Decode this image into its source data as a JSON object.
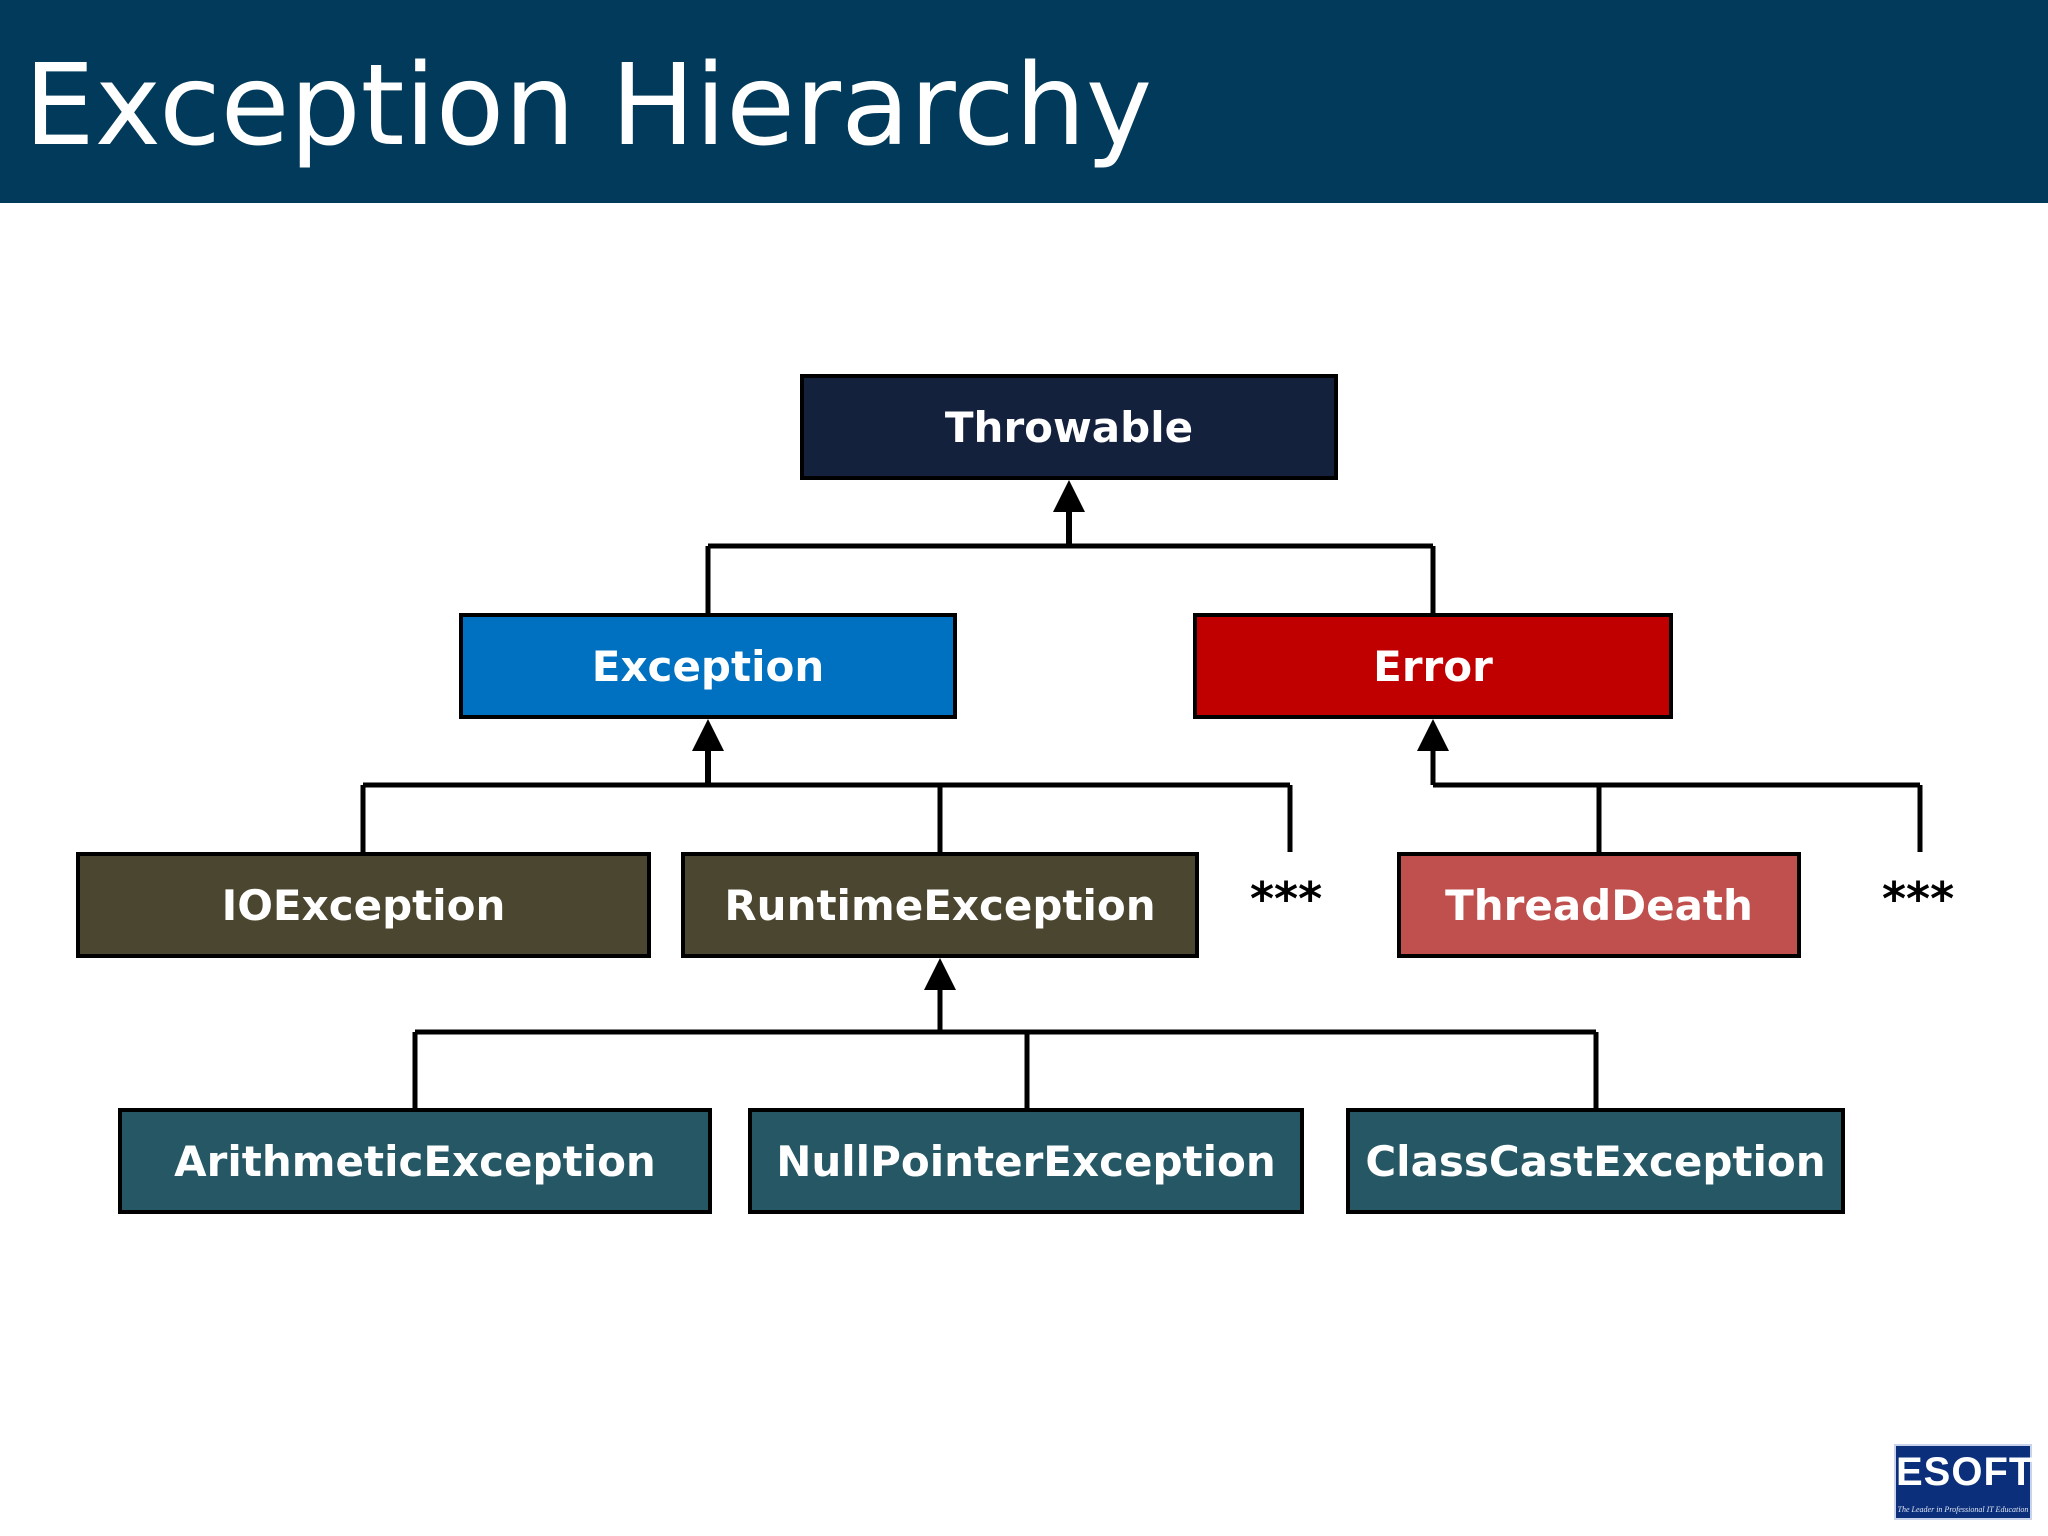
{
  "slide": {
    "title": "Exception Hierarchy"
  },
  "nodes": {
    "throwable": {
      "label": "Throwable",
      "color": "#14213d"
    },
    "exception": {
      "label": "Exception",
      "color": "#0070c0"
    },
    "error": {
      "label": "Error",
      "color": "#c00000"
    },
    "ioexception": {
      "label": "IOException",
      "color": "#4b4630"
    },
    "runtimeexception": {
      "label": "RuntimeException",
      "color": "#4b4630"
    },
    "threaddeath": {
      "label": "ThreadDeath",
      "color": "#c0504d"
    },
    "arithmeticexception": {
      "label": "ArithmeticException",
      "color": "#255764"
    },
    "nullpointerexception": {
      "label": "NullPointerException",
      "color": "#255764"
    },
    "classcastexception": {
      "label": "ClassCastException",
      "color": "#255764"
    }
  },
  "more_markers": {
    "exception_more": "***",
    "error_more": "***"
  },
  "logo": {
    "text": "ESOFT",
    "tagline": "The Leader in Professional IT Education"
  }
}
